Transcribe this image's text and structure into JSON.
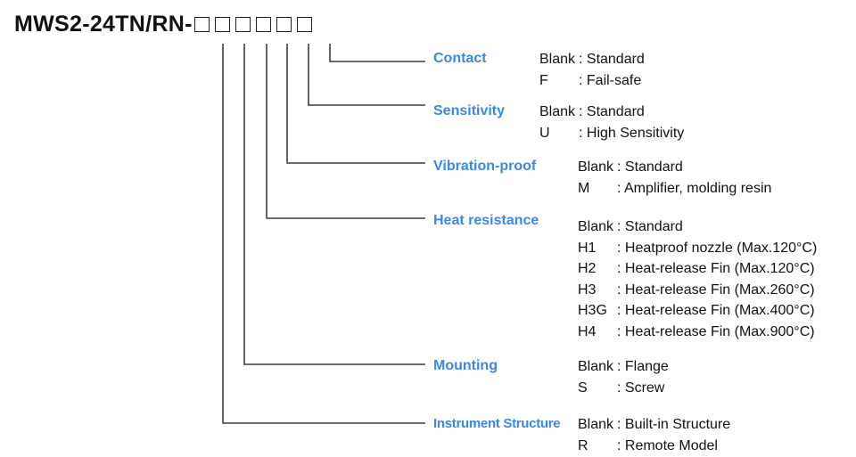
{
  "model": {
    "prefix": "MWS2-24TN/RN-",
    "slot_count": 6
  },
  "categories": [
    {
      "name": "Contact",
      "options": [
        {
          "code": "Blank",
          "desc": ": Standard"
        },
        {
          "code": "F",
          "desc": ": Fail-safe"
        }
      ]
    },
    {
      "name": "Sensitivity",
      "options": [
        {
          "code": "Blank",
          "desc": ": Standard"
        },
        {
          "code": "U",
          "desc": ": High Sensitivity"
        }
      ]
    },
    {
      "name": "Vibration-proof",
      "options": [
        {
          "code": "Blank",
          "desc": ": Standard"
        },
        {
          "code": "M",
          "desc": ": Amplifier, molding resin"
        }
      ]
    },
    {
      "name": "Heat resistance",
      "options": [
        {
          "code": "Blank",
          "desc": ": Standard"
        },
        {
          "code": "H1",
          "desc": ": Heatproof nozzle (Max.120°C)"
        },
        {
          "code": "H2",
          "desc": ": Heat-release Fin  (Max.120°C)"
        },
        {
          "code": "H3",
          "desc": ": Heat-release Fin  (Max.260°C)"
        },
        {
          "code": "H3G",
          "desc": ": Heat-release Fin  (Max.400°C)"
        },
        {
          "code": "H4",
          "desc": ": Heat-release Fin  (Max.900°C)"
        }
      ]
    },
    {
      "name": "Mounting",
      "options": [
        {
          "code": "Blank",
          "desc": ": Flange"
        },
        {
          "code": "S",
          "desc": ": Screw"
        }
      ]
    },
    {
      "name": "Instrument Structure",
      "options": [
        {
          "code": "Blank",
          "desc": ": Built-in Structure"
        },
        {
          "code": "R",
          "desc": ": Remote Model"
        }
      ]
    }
  ],
  "colors": {
    "category": "#3b88e6",
    "line": "#3a3d44",
    "text": "#111111"
  }
}
